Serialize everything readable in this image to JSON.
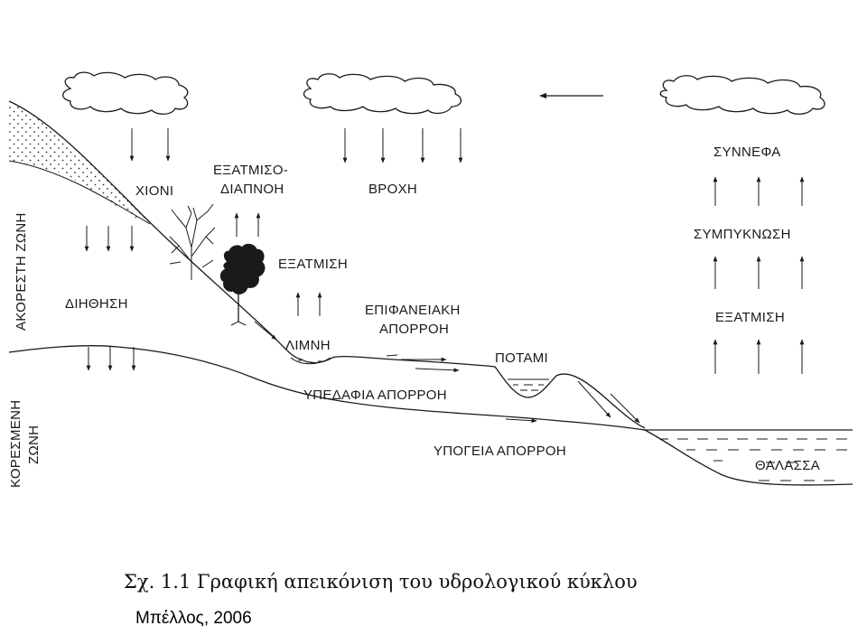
{
  "diagram": {
    "labels": {
      "snow": "ΧΙΟΝΙ",
      "evapotranspiration_1": "ΕΞΑΤΜΙΣΟ-",
      "evapotranspiration_2": "ΔΙΑΠΝΟΗ",
      "rain": "ΒΡΟΧΗ",
      "clouds": "ΣΥΝΝΕΦΑ",
      "condensation": "ΣΥΜΠΥΚΝΩΣΗ",
      "evaporation_land": "ΕΞΑΤΜΙΣΗ",
      "evaporation_sea": "ΕΞΑΤΜΙΣΗ",
      "infiltration": "ΔΙΗΘΗΣΗ",
      "lake": "ΛΙΜΝΗ",
      "surface_runoff_1": "ΕΠΙΦΑΝΕΙΑΚΗ",
      "surface_runoff_2": "ΑΠΟΡΡΟΗ",
      "river": "ΠΟΤΑΜΙ",
      "subsurface_runoff": "ΥΠΕΔΑΦΙΑ ΑΠΟΡΡΟΗ",
      "groundwater_runoff": "ΥΠΟΓΕΙΑ ΑΠΟΡΡΟΗ",
      "sea": "ΘΑΛΑΣΣΑ",
      "unsaturated_zone": "ΑΚΟΡΕΣΤΗ ΖΩΝΗ",
      "saturated_zone_1": "ΚΟΡΕΣΜΕΝΗ",
      "saturated_zone_2": "ΖΩΝΗ"
    }
  },
  "caption": "Σχ. 1.1 Γραφική απεικόνιση του υδρολογικού κύκλου",
  "credit": "Μπέλλος, 2006"
}
